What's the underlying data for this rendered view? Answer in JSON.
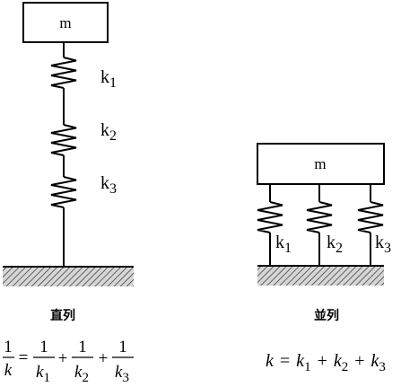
{
  "series_system": {
    "mass_label": "m",
    "spring_labels": [
      {
        "letter": "k",
        "sub": "1"
      },
      {
        "letter": "k",
        "sub": "2"
      },
      {
        "letter": "k",
        "sub": "3"
      }
    ],
    "caption": "直列",
    "formula": {
      "lhs_num": "1",
      "lhs_den": "k",
      "equals": "=",
      "terms": [
        {
          "num": "1",
          "den": "k",
          "den_sub": "1"
        },
        {
          "num": "1",
          "den": "k",
          "den_sub": "2"
        },
        {
          "num": "1",
          "den": "k",
          "den_sub": "3"
        }
      ],
      "plus": "+"
    }
  },
  "parallel_system": {
    "mass_label": "m",
    "spring_labels": [
      {
        "letter": "k",
        "sub": "1"
      },
      {
        "letter": "k",
        "sub": "2"
      },
      {
        "letter": "k",
        "sub": "3"
      }
    ],
    "caption": "並列",
    "formula": {
      "lhs": "k",
      "equals": "=",
      "plus": "+",
      "terms": [
        {
          "letter": "k",
          "sub": "1"
        },
        {
          "letter": "k",
          "sub": "2"
        },
        {
          "letter": "k",
          "sub": "3"
        }
      ]
    }
  }
}
